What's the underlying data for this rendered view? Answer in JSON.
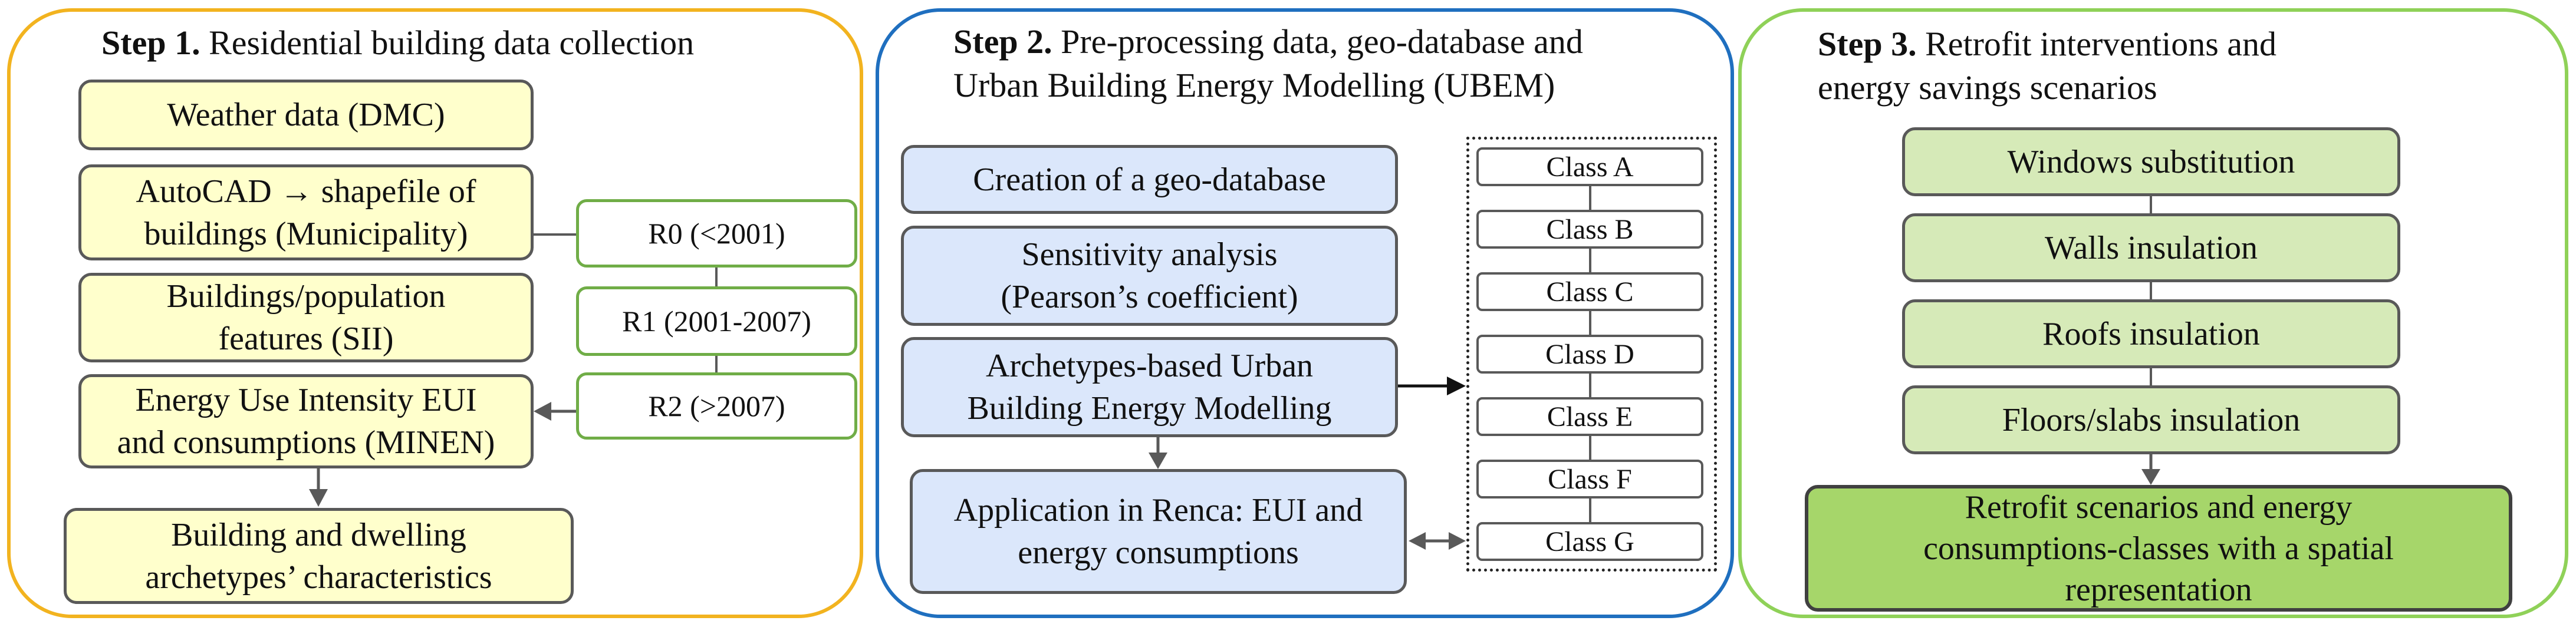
{
  "colors": {
    "step1_border": "#f2b31f",
    "step2_border": "#1f6fbf",
    "step3_border": "#8fd158",
    "yellow_fill": "#ffffcc",
    "blue_fill": "#dbe7fb",
    "green_light_fill": "#d6eab8",
    "green_dark_fill": "#a6d66a",
    "year_border": "#70ad47",
    "box_border": "#595959"
  },
  "step1": {
    "step_label": "Step 1.",
    "title": "Residential building data collection",
    "boxes": [
      "Weather data (DMC)",
      "AutoCAD → shapefile of buildings (Municipality)",
      "Buildings/population features (SII)",
      "Energy Use Intensity EUI and consumptions (MINEN)",
      "Building and dwelling archetypes’ characteristics"
    ],
    "periods": [
      "R0 (<2001)",
      "R1 (2001-2007)",
      "R2 (>2007)"
    ]
  },
  "step2": {
    "step_label": "Step 2.",
    "title_line1": "Pre-processing data, geo-database and",
    "title_line2": "Urban Building Energy Modelling (UBEM)",
    "boxes": [
      "Creation of a geo-database",
      "Sensitivity analysis (Pearson’s coefficient)",
      "Archetypes-based Urban Building Energy Modelling",
      "Application in Renca: EUI and energy consumptions"
    ],
    "classes": [
      "Class A",
      "Class B",
      "Class C",
      "Class D",
      "Class E",
      "Class F",
      "Class G"
    ]
  },
  "step3": {
    "step_label": "Step 3.",
    "title_line1": "Retrofit interventions and",
    "title_line2": "energy savings scenarios",
    "boxes": [
      "Windows substitution",
      "Walls insulation",
      "Roofs insulation",
      "Floors/slabs insulation"
    ],
    "result": "Retrofit scenarios and energy consumptions-classes with a spatial representation"
  }
}
